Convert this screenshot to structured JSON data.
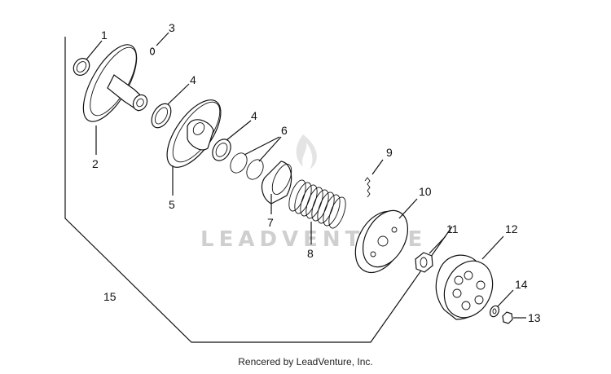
{
  "diagram": {
    "labels": {
      "p1": "1",
      "p2": "2",
      "p3": "3",
      "p4a": "4",
      "p4b": "4",
      "p5": "5",
      "p6": "6",
      "p7": "7",
      "p8": "8",
      "p9": "9",
      "p10": "10",
      "p11": "11",
      "p12": "12",
      "p13": "13",
      "p14": "14",
      "p15": "15"
    },
    "watermark": "LEADVENTURE",
    "credit": "Rencered by LeadVenture, Inc."
  }
}
